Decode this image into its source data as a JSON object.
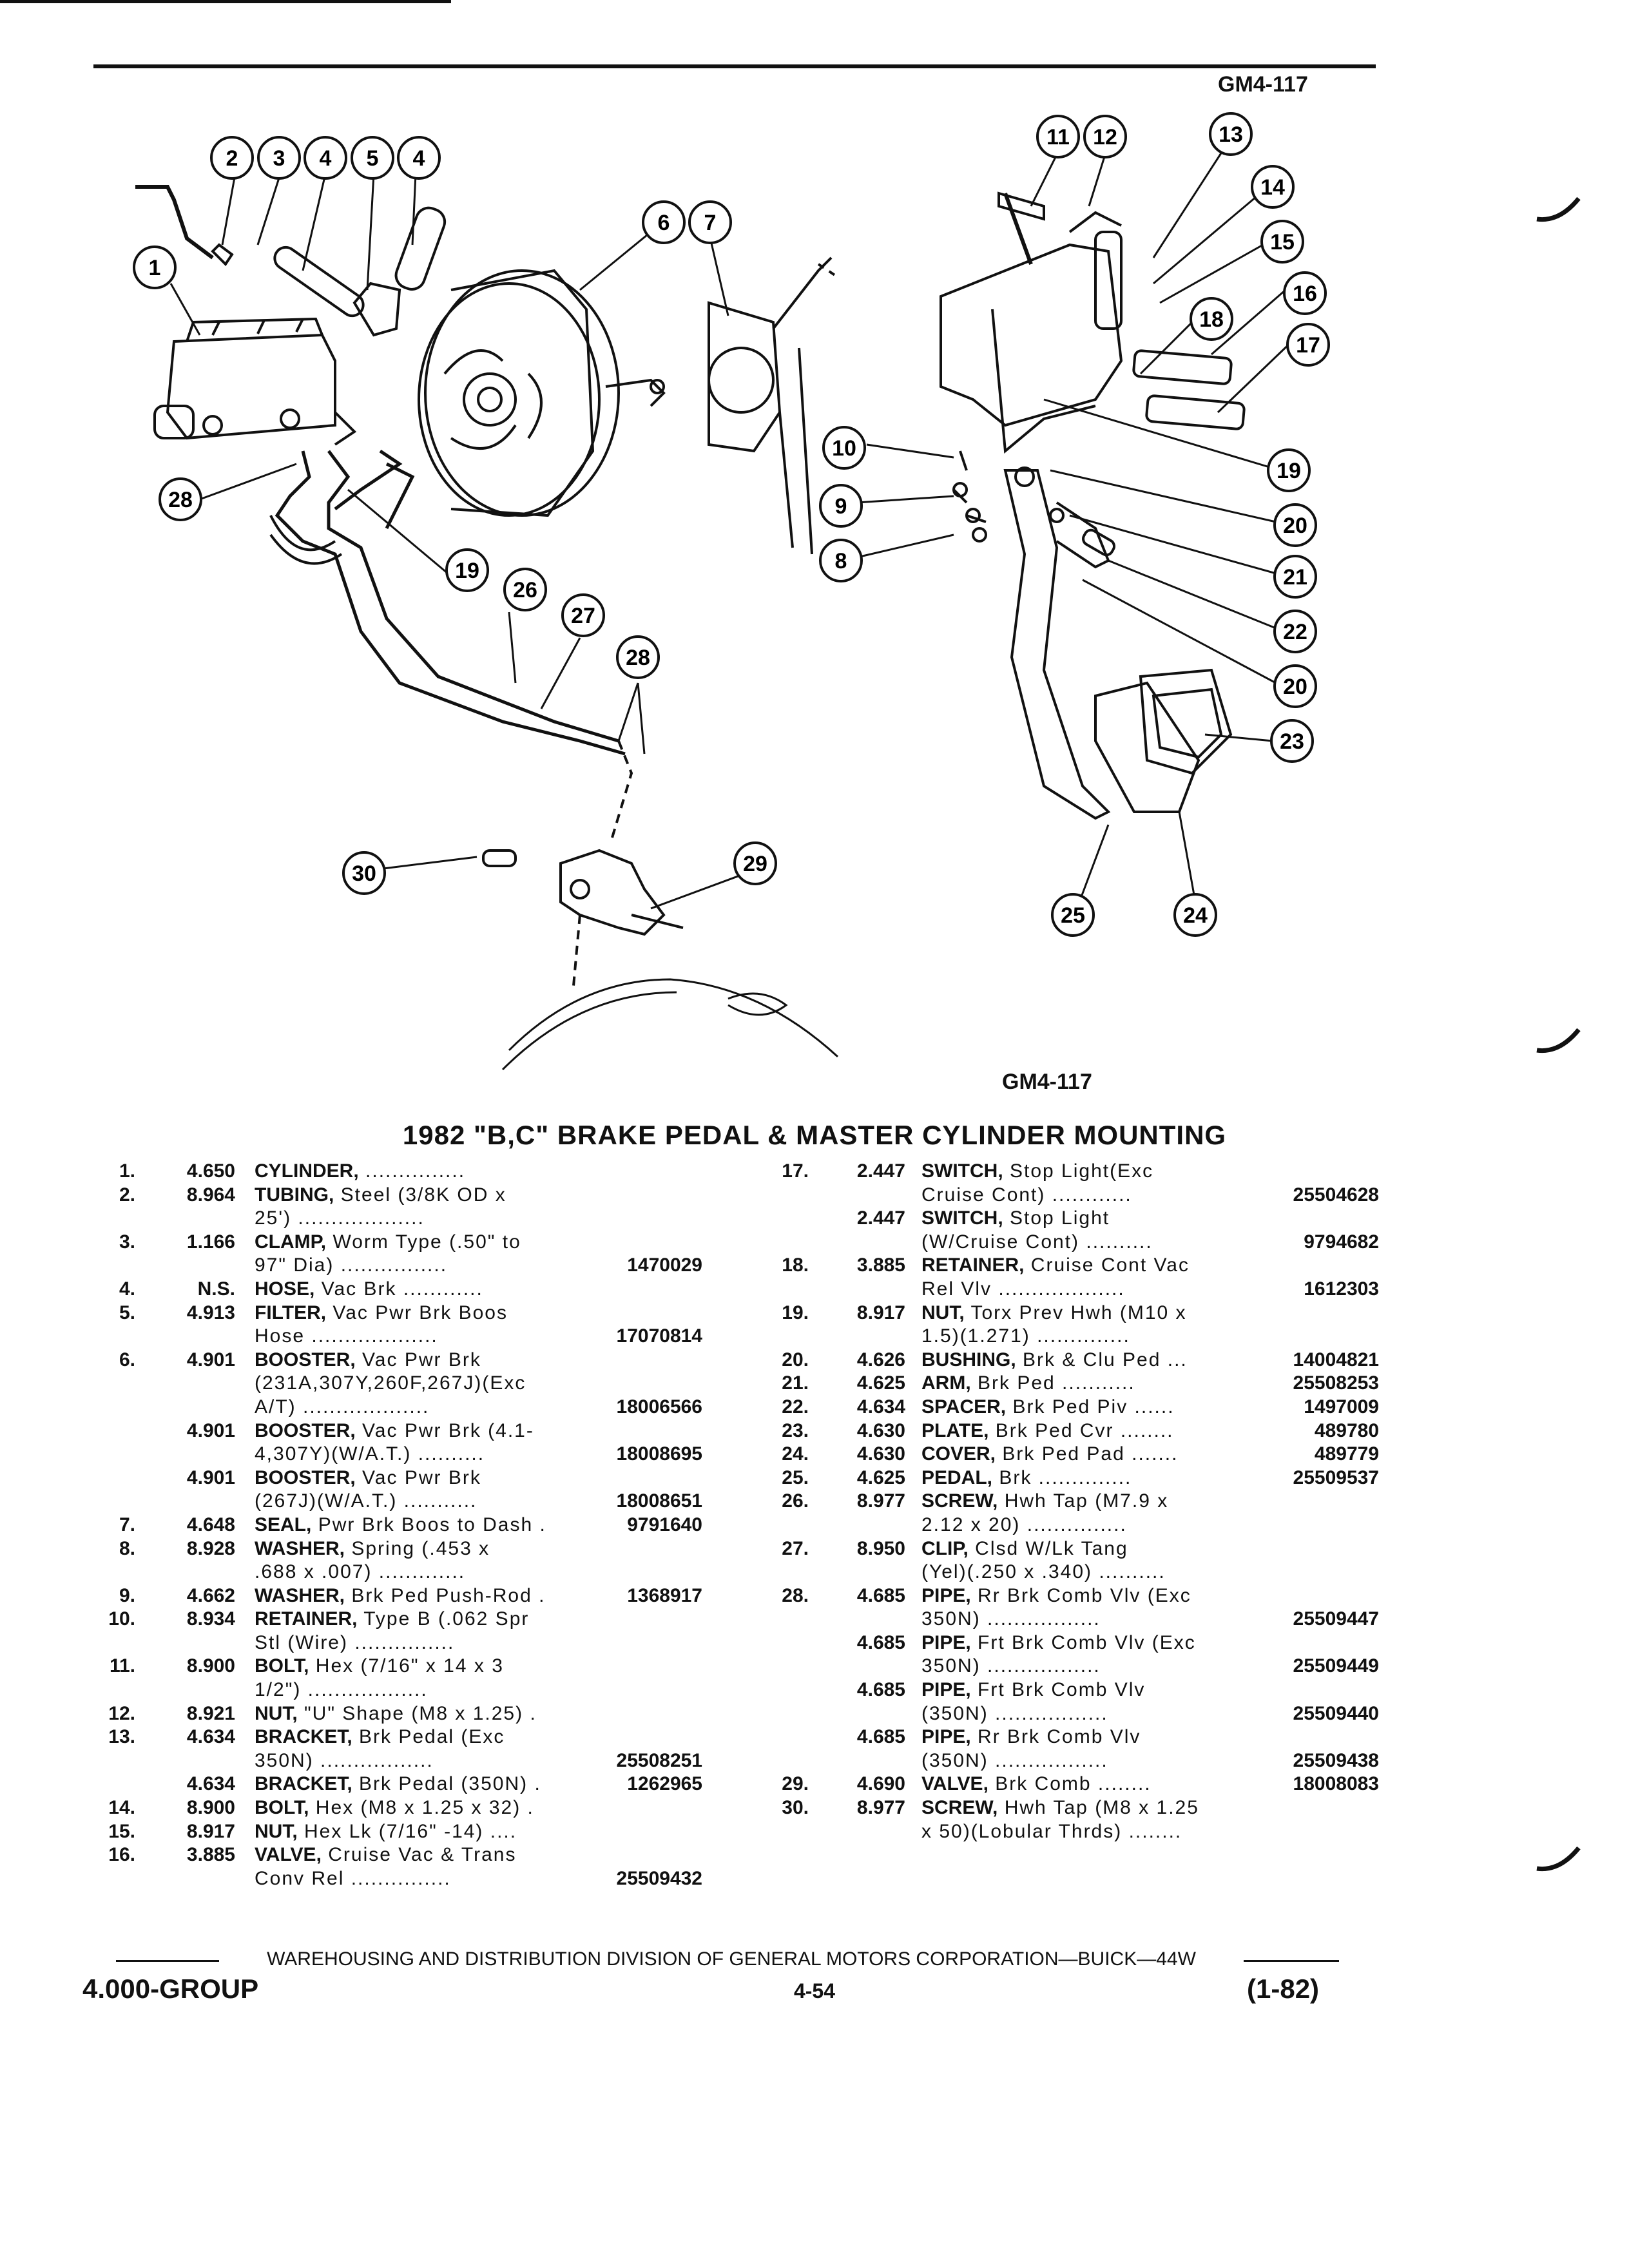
{
  "header": {
    "ref_code_top": "GM4-117",
    "ref_code_bottom": "GM4-117"
  },
  "title": "1982 \"B,C\" BRAKE PEDAL & MASTER CYLINDER MOUNTING",
  "callouts": [
    "2",
    "3",
    "4",
    "5",
    "4",
    "1",
    "6",
    "7",
    "28",
    "19",
    "26",
    "27",
    "28",
    "30",
    "29",
    "11",
    "12",
    "13",
    "14",
    "15",
    "16",
    "17",
    "18",
    "10",
    "9",
    "8",
    "19",
    "20",
    "21",
    "22",
    "20",
    "23",
    "25",
    "24"
  ],
  "parts_left": [
    {
      "n": "1.",
      "c": "4.650",
      "name": "CYLINDER,",
      "desc": " ...............",
      "pn": ""
    },
    {
      "n": "2.",
      "c": "8.964",
      "name": "TUBING,",
      "desc": " Steel (3/8K OD x",
      "pn": ""
    },
    {
      "n": "",
      "c": "",
      "name": "",
      "desc": "25') ...................",
      "pn": ""
    },
    {
      "n": "3.",
      "c": "1.166",
      "name": "CLAMP,",
      "desc": " Worm Type (.50\" to",
      "pn": ""
    },
    {
      "n": "",
      "c": "",
      "name": "",
      "desc": "97\" Dia) ................",
      "pn": "1470029"
    },
    {
      "n": "4.",
      "c": "N.S.",
      "name": "HOSE,",
      "desc": " Vac Brk ............",
      "pn": ""
    },
    {
      "n": "5.",
      "c": "4.913",
      "name": "FILTER,",
      "desc": " Vac Pwr Brk Boos",
      "pn": ""
    },
    {
      "n": "",
      "c": "",
      "name": "",
      "desc": "Hose ...................",
      "pn": "17070814"
    },
    {
      "n": "6.",
      "c": "4.901",
      "name": "BOOSTER,",
      "desc": " Vac Pwr Brk",
      "pn": ""
    },
    {
      "n": "",
      "c": "",
      "name": "",
      "desc": "(231A,307Y,260F,267J)(Exc",
      "pn": ""
    },
    {
      "n": "",
      "c": "",
      "name": "",
      "desc": "A/T) ...................",
      "pn": "18006566"
    },
    {
      "n": "",
      "c": "4.901",
      "name": "BOOSTER,",
      "desc": " Vac Pwr Brk (4.1-",
      "pn": ""
    },
    {
      "n": "",
      "c": "",
      "name": "",
      "desc": "4,307Y)(W/A.T.) ..........",
      "pn": "18008695"
    },
    {
      "n": "",
      "c": "4.901",
      "name": "BOOSTER,",
      "desc": " Vac Pwr Brk",
      "pn": ""
    },
    {
      "n": "",
      "c": "",
      "name": "",
      "desc": "(267J)(W/A.T.) ...........",
      "pn": "18008651"
    },
    {
      "n": "7.",
      "c": "4.648",
      "name": "SEAL,",
      "desc": " Pwr Brk Boos to Dash .",
      "pn": "9791640"
    },
    {
      "n": "8.",
      "c": "8.928",
      "name": "WASHER,",
      "desc": " Spring (.453 x",
      "pn": ""
    },
    {
      "n": "",
      "c": "",
      "name": "",
      "desc": ".688 x .007) .............",
      "pn": ""
    },
    {
      "n": "9.",
      "c": "4.662",
      "name": "WASHER,",
      "desc": " Brk Ped Push-Rod .",
      "pn": "1368917"
    },
    {
      "n": "10.",
      "c": "8.934",
      "name": "RETAINER,",
      "desc": " Type B (.062 Spr",
      "pn": ""
    },
    {
      "n": "",
      "c": "",
      "name": "",
      "desc": "Stl (Wire) ...............",
      "pn": ""
    },
    {
      "n": "11.",
      "c": "8.900",
      "name": "BOLT,",
      "desc": " Hex (7/16\" x 14 x 3",
      "pn": ""
    },
    {
      "n": "",
      "c": "",
      "name": "",
      "desc": "1/2\") ..................",
      "pn": ""
    },
    {
      "n": "12.",
      "c": "8.921",
      "name": "NUT,",
      "desc": " \"U\" Shape (M8 x 1.25) .",
      "pn": ""
    },
    {
      "n": "13.",
      "c": "4.634",
      "name": "BRACKET,",
      "desc": " Brk Pedal (Exc",
      "pn": ""
    },
    {
      "n": "",
      "c": "",
      "name": "",
      "desc": "350N) .................",
      "pn": "25508251"
    },
    {
      "n": "",
      "c": "4.634",
      "name": "BRACKET,",
      "desc": " Brk Pedal (350N) .",
      "pn": "1262965"
    },
    {
      "n": "14.",
      "c": "8.900",
      "name": "BOLT,",
      "desc": " Hex (M8 x 1.25 x 32) .",
      "pn": ""
    },
    {
      "n": "15.",
      "c": "8.917",
      "name": "NUT,",
      "desc": " Hex Lk (7/16\" -14) ....",
      "pn": ""
    },
    {
      "n": "16.",
      "c": "3.885",
      "name": "VALVE,",
      "desc": " Cruise Vac & Trans",
      "pn": ""
    },
    {
      "n": "",
      "c": "",
      "name": "",
      "desc": "Conv Rel ...............",
      "pn": "25509432"
    }
  ],
  "parts_right": [
    {
      "n": "17.",
      "c": "2.447",
      "name": "SWITCH,",
      "desc": " Stop Light(Exc",
      "pn": ""
    },
    {
      "n": "",
      "c": "",
      "name": "",
      "desc": "Cruise Cont) ............",
      "pn": "25504628"
    },
    {
      "n": "",
      "c": "2.447",
      "name": "SWITCH,",
      "desc": " Stop Light",
      "pn": ""
    },
    {
      "n": "",
      "c": "",
      "name": "",
      "desc": "(W/Cruise Cont) ..........",
      "pn": "9794682"
    },
    {
      "n": "18.",
      "c": "3.885",
      "name": "RETAINER,",
      "desc": " Cruise Cont Vac",
      "pn": ""
    },
    {
      "n": "",
      "c": "",
      "name": "",
      "desc": "Rel Vlv ...................",
      "pn": "1612303"
    },
    {
      "n": "19.",
      "c": "8.917",
      "name": "NUT,",
      "desc": " Torx Prev Hwh (M10 x",
      "pn": ""
    },
    {
      "n": "",
      "c": "",
      "name": "",
      "desc": "1.5)(1.271) ..............",
      "pn": ""
    },
    {
      "n": "20.",
      "c": "4.626",
      "name": "BUSHING,",
      "desc": " Brk & Clu Ped ...",
      "pn": "14004821"
    },
    {
      "n": "21.",
      "c": "4.625",
      "name": "ARM,",
      "desc": " Brk Ped ...........",
      "pn": "25508253"
    },
    {
      "n": "22.",
      "c": "4.634",
      "name": "SPACER,",
      "desc": " Brk Ped Piv ......",
      "pn": "1497009"
    },
    {
      "n": "23.",
      "c": "4.630",
      "name": "PLATE,",
      "desc": " Brk Ped Cvr ........",
      "pn": "489780"
    },
    {
      "n": "24.",
      "c": "4.630",
      "name": "COVER,",
      "desc": " Brk Ped Pad .......",
      "pn": "489779"
    },
    {
      "n": "25.",
      "c": "4.625",
      "name": "PEDAL,",
      "desc": " Brk ..............",
      "pn": "25509537"
    },
    {
      "n": "26.",
      "c": "8.977",
      "name": "SCREW,",
      "desc": " Hwh Tap (M7.9 x",
      "pn": ""
    },
    {
      "n": "",
      "c": "",
      "name": "",
      "desc": "2.12 x 20) ...............",
      "pn": ""
    },
    {
      "n": "27.",
      "c": "8.950",
      "name": "CLIP,",
      "desc": " Clsd W/Lk Tang",
      "pn": ""
    },
    {
      "n": "",
      "c": "",
      "name": "",
      "desc": "(Yel)(.250 x .340) ..........",
      "pn": ""
    },
    {
      "n": "28.",
      "c": "4.685",
      "name": "PIPE,",
      "desc": " Rr Brk Comb Vlv (Exc",
      "pn": ""
    },
    {
      "n": "",
      "c": "",
      "name": "",
      "desc": "350N) .................",
      "pn": "25509447"
    },
    {
      "n": "",
      "c": "4.685",
      "name": "PIPE,",
      "desc": " Frt Brk Comb Vlv (Exc",
      "pn": ""
    },
    {
      "n": "",
      "c": "",
      "name": "",
      "desc": "350N) .................",
      "pn": "25509449"
    },
    {
      "n": "",
      "c": "4.685",
      "name": "PIPE,",
      "desc": " Frt Brk Comb Vlv",
      "pn": ""
    },
    {
      "n": "",
      "c": "",
      "name": "",
      "desc": "(350N) .................",
      "pn": "25509440"
    },
    {
      "n": "",
      "c": "4.685",
      "name": "PIPE,",
      "desc": " Rr Brk Comb Vlv",
      "pn": ""
    },
    {
      "n": "",
      "c": "",
      "name": "",
      "desc": "(350N) .................",
      "pn": "25509438"
    },
    {
      "n": "29.",
      "c": "4.690",
      "name": "VALVE,",
      "desc": " Brk Comb ........",
      "pn": "18008083"
    },
    {
      "n": "30.",
      "c": "8.977",
      "name": "SCREW,",
      "desc": " Hwh Tap (M8 x 1.25",
      "pn": ""
    },
    {
      "n": "",
      "c": "",
      "name": "",
      "desc": "x 50)(Lobular Thrds) ........",
      "pn": ""
    }
  ],
  "footer": {
    "line": "WAREHOUSING AND DISTRIBUTION DIVISION OF GENERAL MOTORS CORPORATION—BUICK—44W",
    "group": "4.000-GROUP",
    "page": "4-54",
    "date": "(1-82)"
  }
}
